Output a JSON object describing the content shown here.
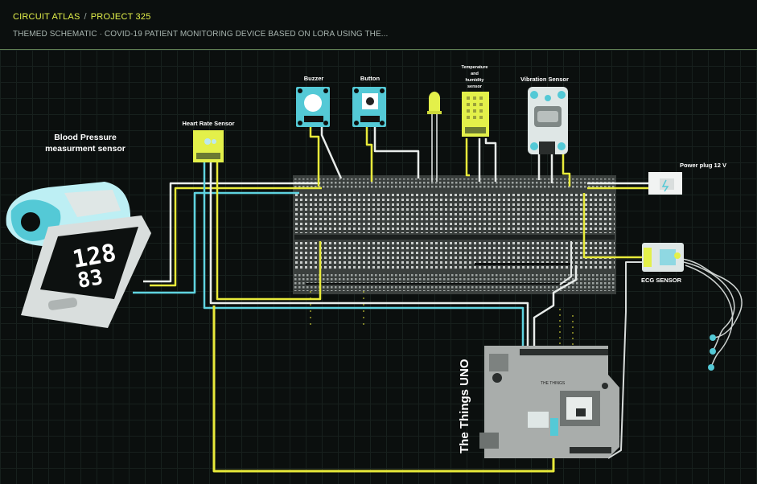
{
  "header": {
    "site": "CIRCUIT ATLAS",
    "separator": "/",
    "project": "PROJECT 325",
    "subtitle": "THEMED SCHEMATIC · COVID-19 PATIENT MONITORING DEVICE BASED ON LORA USING THE..."
  },
  "components": {
    "blood_pressure": {
      "label_line1": "Blood Pressure",
      "label_line2": "measurment sensor",
      "display_top": "128",
      "display_bottom": "83"
    },
    "heart_rate": {
      "label": "Heart Rate Sensor"
    },
    "buzzer": {
      "label": "Buzzer"
    },
    "button": {
      "label": "Button"
    },
    "temp_humidity": {
      "label_line1": "Temperature",
      "label_line2": "and",
      "label_line3": "humidity",
      "label_line4": "sensor"
    },
    "vibration": {
      "label": "Vibration Sensor"
    },
    "power_plug": {
      "label": "Power plug 12 V"
    },
    "ecg": {
      "label": "ECG SENSOR"
    },
    "uno": {
      "label": "The Things UNO",
      "chip_text": "THE THINGS"
    }
  },
  "colors": {
    "wire_yellow": "#e8ea3a",
    "wire_cyan": "#5fd3e0",
    "wire_white": "#e8ecea",
    "cyan_board": "#54c9d6",
    "background": "#0b0f0e"
  }
}
